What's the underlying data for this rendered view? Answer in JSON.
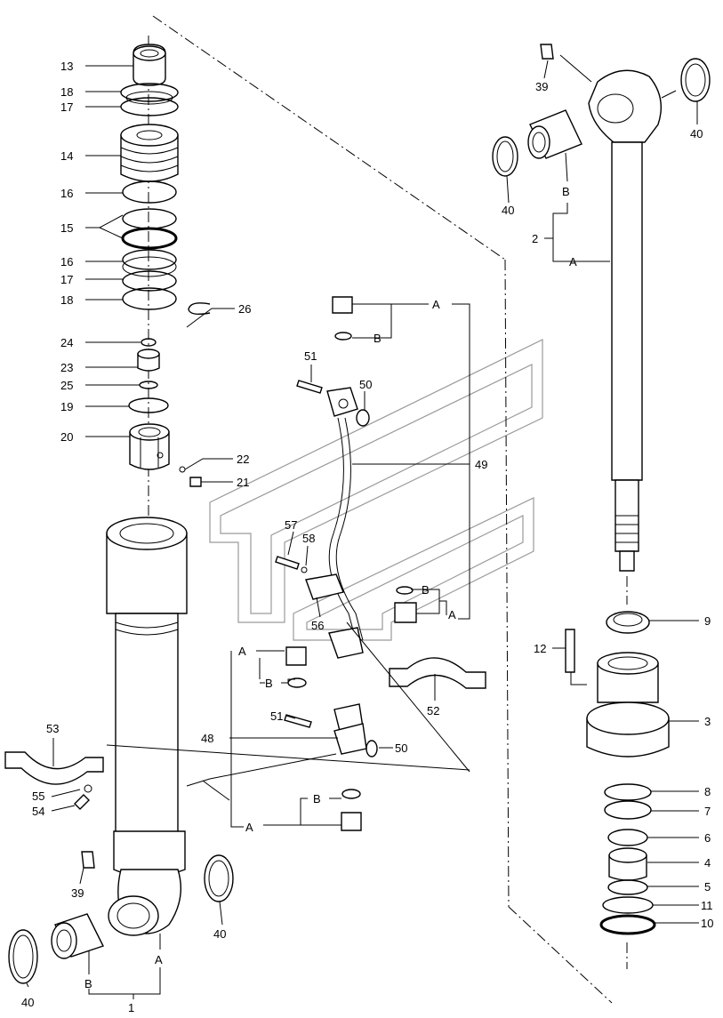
{
  "labels": {
    "l13": "13",
    "l18a": "18",
    "l17a": "17",
    "l14": "14",
    "l16a": "16",
    "l15": "15",
    "l16b": "16",
    "l17b": "17",
    "l18b": "18",
    "l26": "26",
    "l24": "24",
    "l23": "23",
    "l25": "25",
    "l19": "19",
    "l20": "20",
    "l22": "22",
    "l21": "21",
    "l49": "49",
    "l51a": "51",
    "l50a": "50",
    "l57": "57",
    "l58": "58",
    "l56": "56",
    "l52": "52",
    "l53": "53",
    "l55": "55",
    "l54": "54",
    "l51b": "51",
    "l48": "48",
    "l50b": "50",
    "l39a": "39",
    "l40a": "40",
    "l40b": "40",
    "l1": "1",
    "lAa": "A",
    "lBa": "B",
    "l39b": "39",
    "l40c": "40",
    "l40d": "40",
    "l2": "2",
    "lAb": "A",
    "lBb": "B",
    "l9": "9",
    "l12": "12",
    "l3": "3",
    "l8": "8",
    "l7": "7",
    "l6": "6",
    "l4": "4",
    "l5": "5",
    "l11": "11",
    "l10": "10",
    "pA1": "A",
    "pB1": "B",
    "pB2": "B",
    "pA2": "A",
    "pA3": "A",
    "pB3": "B",
    "pB4": "B",
    "pA4": "A"
  }
}
